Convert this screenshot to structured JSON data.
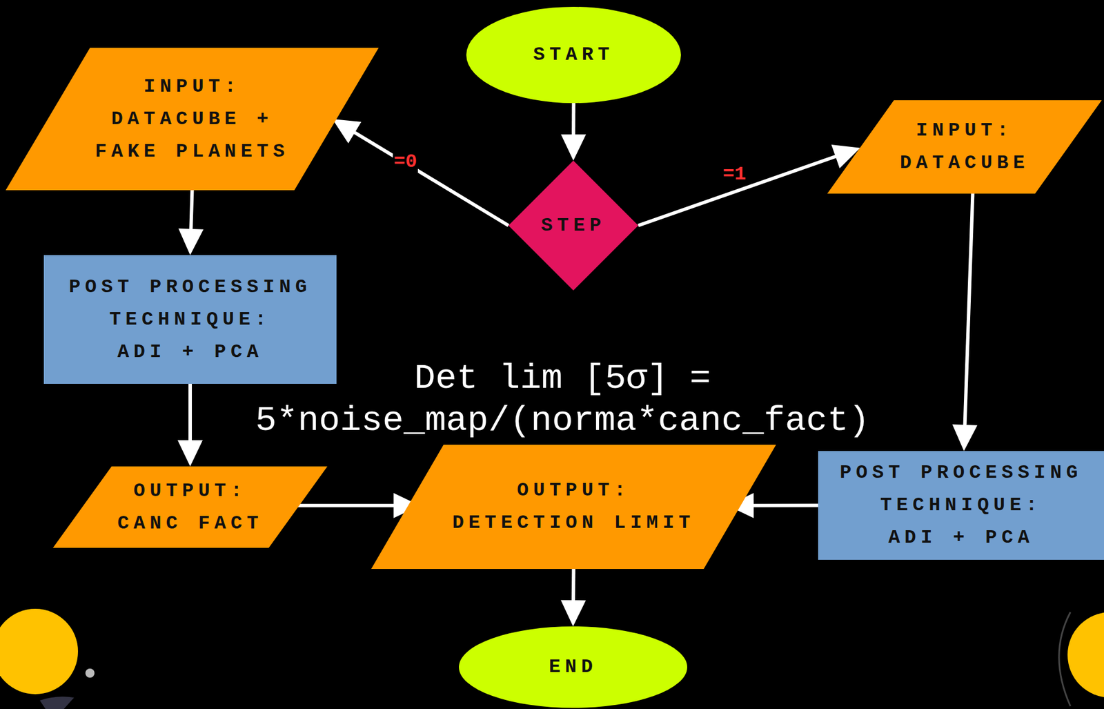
{
  "diagram": {
    "nodes": [
      {
        "text": [
          "START"
        ]
      },
      {
        "text": [
          "INPUT:",
          "DATACUBE + FAKE PLANETS"
        ]
      },
      {
        "text": [
          "STEP"
        ]
      },
      {
        "text": [
          "INPUT:",
          "DATACUBE"
        ]
      },
      {
        "text": [
          "POST PROCESSING TECHNIQUE:",
          "ADI + PCA"
        ]
      },
      {
        "text": [
          "OUTPUT:",
          "CANC FACT"
        ]
      },
      {
        "text": [
          "OUTPUT:",
          "DETECTION LIMIT"
        ]
      },
      {
        "text": [
          "POST PROCESSING TECHNIQUE:",
          "ADI + PCA"
        ]
      },
      {
        "text": [
          "END"
        ]
      }
    ],
    "edges": [
      {
        "from": 0,
        "to": 2,
        "arrow": "to"
      },
      {
        "from": 2,
        "to": 1,
        "label": "=0",
        "arrow": "to"
      },
      {
        "from": 2,
        "to": 3,
        "label": "=1",
        "arrow": "to"
      },
      {
        "from": 1,
        "to": 4,
        "arrow": "to"
      },
      {
        "from": 4,
        "to": 5,
        "arrow": "to"
      },
      {
        "from": 3,
        "to": 7,
        "arrow": "to"
      },
      {
        "from": 5,
        "to": 6,
        "arrow": "to"
      },
      {
        "from": 7,
        "to": 6,
        "arrow": "to"
      },
      {
        "from": 6,
        "to": 8,
        "arrow": "to"
      }
    ],
    "labels": [
      "Det lim [5σ] = 5*noise_map/(norma*canc_fact)"
    ]
  }
}
